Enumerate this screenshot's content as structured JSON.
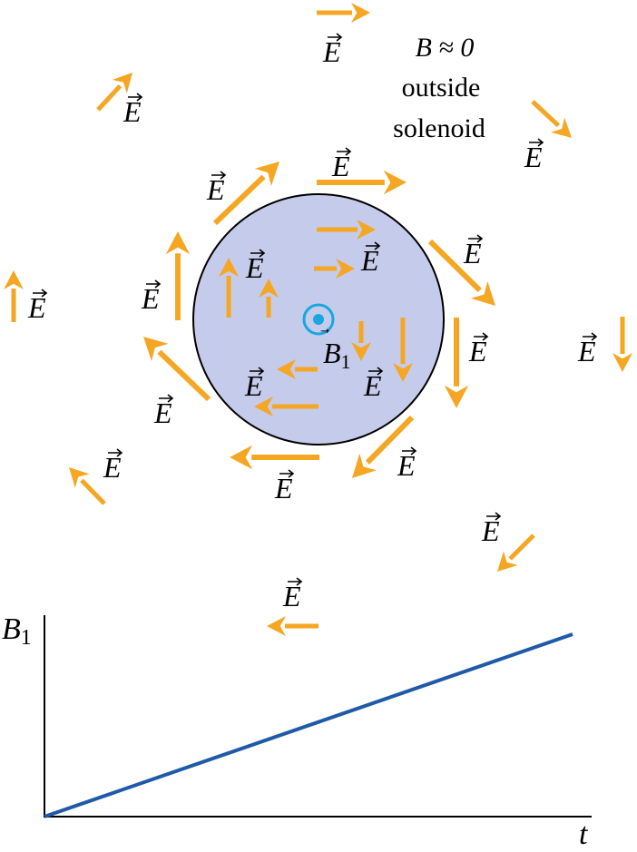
{
  "colors": {
    "field_arrow": "#f5a623",
    "solenoid_fill": "#c5cbea",
    "solenoid_edge": "#000000",
    "b_field_symbol": "#1aa6df",
    "graph_line": "#1f5aa8"
  },
  "labels": {
    "field": "E",
    "b_symbol_letter": "B",
    "b_symbol_sub": "1",
    "outside_line1": "B ≈ 0",
    "outside_line2": "outside",
    "outside_line3": "solenoid"
  },
  "graph": {
    "y_axis_letter": "B",
    "y_axis_sub": "1",
    "x_axis_label": "t"
  },
  "icons": {
    "field_out_of_page": "dot-in-circle-icon"
  }
}
